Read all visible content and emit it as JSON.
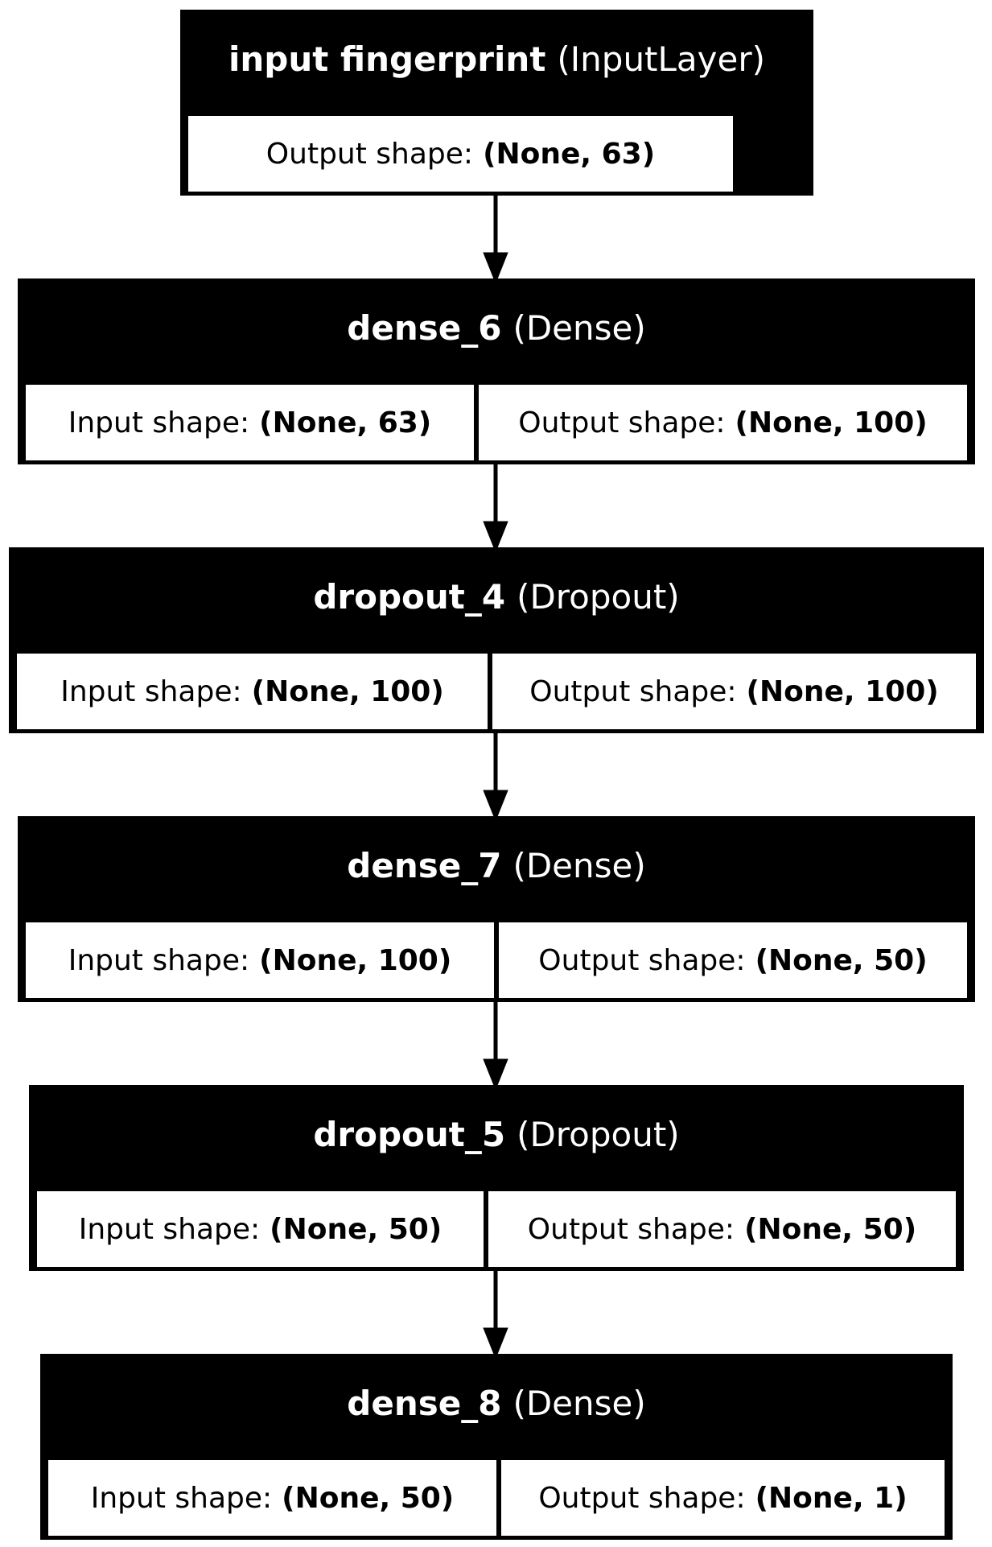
{
  "layers": [
    {
      "name": "input fingerprint",
      "type": "(InputLayer)",
      "output_label": "Output shape:",
      "output_value": "(None, 63)"
    },
    {
      "name": "dense_6",
      "type": "(Dense)",
      "input_label": "Input shape:",
      "input_value": "(None, 63)",
      "output_label": "Output shape:",
      "output_value": "(None, 100)"
    },
    {
      "name": "dropout_4",
      "type": "(Dropout)",
      "input_label": "Input shape:",
      "input_value": "(None, 100)",
      "output_label": "Output shape:",
      "output_value": "(None, 100)"
    },
    {
      "name": "dense_7",
      "type": "(Dense)",
      "input_label": "Input shape:",
      "input_value": "(None, 100)",
      "output_label": "Output shape:",
      "output_value": "(None, 50)"
    },
    {
      "name": "dropout_5",
      "type": "(Dropout)",
      "input_label": "Input shape:",
      "input_value": "(None, 50)",
      "output_label": "Output shape:",
      "output_value": "(None, 50)"
    },
    {
      "name": "dense_8",
      "type": "(Dense)",
      "input_label": "Input shape:",
      "input_value": "(None, 50)",
      "output_label": "Output shape:",
      "output_value": "(None, 1)"
    }
  ],
  "colors": {
    "box": "#000000",
    "cell": "#ffffff",
    "edge": "#000000"
  }
}
